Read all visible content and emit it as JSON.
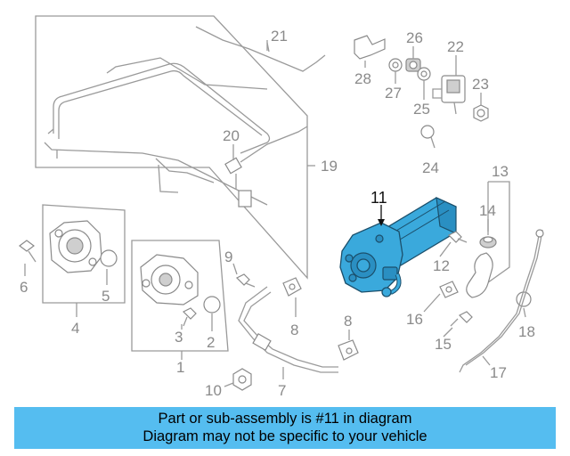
{
  "diagram": {
    "highlighted_part": "11",
    "labels": {
      "p1": "1",
      "p2": "2",
      "p3": "3",
      "p4": "4",
      "p5": "5",
      "p6": "6",
      "p7": "7",
      "p8a": "8",
      "p8b": "8",
      "p9": "9",
      "p10": "10",
      "p11": "11",
      "p12": "12",
      "p13": "13",
      "p14": "14",
      "p15": "15",
      "p16": "16",
      "p17": "17",
      "p18": "18",
      "p19": "19",
      "p20": "20",
      "p21": "21",
      "p22": "22",
      "p23": "23",
      "p24": "24",
      "p25": "25",
      "p26": "26",
      "p27": "27",
      "p28": "28"
    },
    "colors": {
      "highlight": "#3aa9dc",
      "banner": "#55bdf0",
      "line": "#9a9a9a"
    }
  },
  "banner": {
    "line1": "Part or sub-assembly is #11 in diagram",
    "line2": "Diagram may not be specific to your vehicle"
  }
}
